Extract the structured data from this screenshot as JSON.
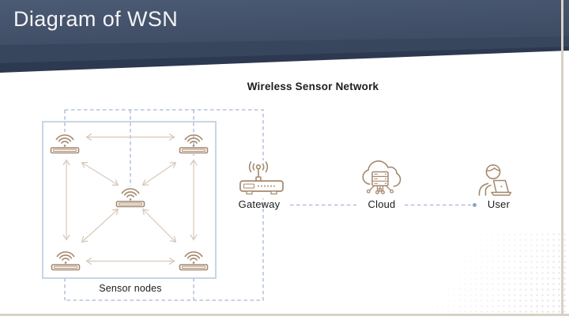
{
  "slide": {
    "title": "Diagram of WSN"
  },
  "diagram": {
    "title": "Wireless Sensor Network",
    "sensor_group": {
      "label": "Sensor nodes",
      "node_count": 5,
      "topology": "mesh-with-center-node"
    },
    "entities": [
      {
        "id": "gateway",
        "label": "Gateway",
        "icon": "wireless-router-icon"
      },
      {
        "id": "cloud",
        "label": "Cloud",
        "icon": "cloud-server-icon"
      },
      {
        "id": "user",
        "label": "User",
        "icon": "person-laptop-icon"
      }
    ],
    "links": [
      {
        "from": "sensor-nodes",
        "to": "gateway",
        "style": "dashed-boundary"
      },
      {
        "from": "gateway",
        "to": "cloud",
        "style": "dashed"
      },
      {
        "from": "cloud",
        "to": "user",
        "style": "dashed-with-dot-end"
      }
    ]
  },
  "colors": {
    "header_dark": "#3e4c64",
    "icon_stroke": "#a5896e",
    "mesh_arrow": "#d7c9ba",
    "dashed_link": "#a6b7d0",
    "sensor_box_border": "#b5c7db",
    "frame_line": "#d8d1c6",
    "label_text": "#1c1c1e"
  }
}
